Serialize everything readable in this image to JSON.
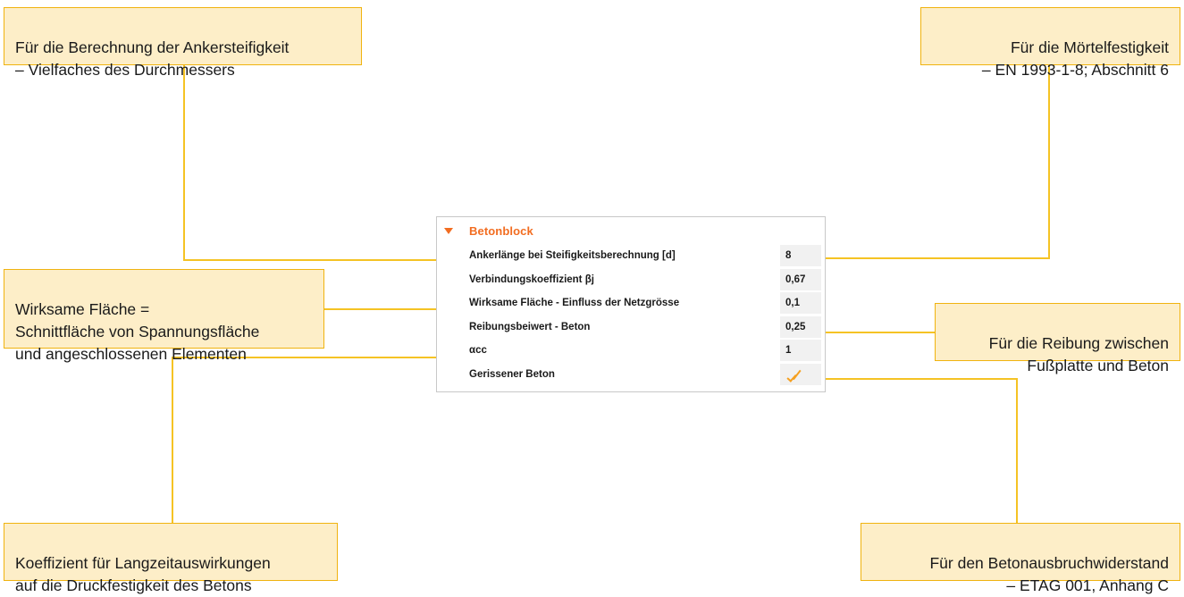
{
  "panel": {
    "title": "Betonblock",
    "expander_icon": "triangle-down-icon",
    "accent_color": "#f26d21",
    "rows": [
      {
        "label": "Ankerlänge bei Steifigkeitsberechnung [d]",
        "value": "8",
        "type": "text"
      },
      {
        "label": "Verbindungskoeffizient βj",
        "value": "0,67",
        "type": "text"
      },
      {
        "label": "Wirksame Fläche - Einfluss der Netzgrösse",
        "value": "0,1",
        "type": "text"
      },
      {
        "label": "Reibungsbeiwert - Beton",
        "value": "0,25",
        "type": "text"
      },
      {
        "label": "αcc",
        "value": "1",
        "type": "text"
      },
      {
        "label": "Gerissener Beton",
        "value": "✓",
        "type": "checkbox"
      }
    ]
  },
  "callouts": {
    "anchor_stiffness": "Für die Berechnung der Ankersteifigkeit\n– Vielfaches des Durchmessers",
    "mortar_strength": "Für die Mörtelfestigkeit\n– EN 1993-1-8; Abschnitt 6",
    "effective_area": "Wirksame Fläche =\nSchnittfläche von Spannungsfläche\nund angeschlossenen Elementen",
    "friction": "Für die Reibung zwischen\nFußplatte und Beton",
    "long_term_coefficient": "Koeffizient für Langzeitauswirkungen\nauf die Druckfestigkeit des Betons",
    "concrete_breakout": "Für den Betonausbruchwiderstand\n– ETAG 001, Anhang C"
  },
  "colors": {
    "callout_fill": "#fdeec8",
    "callout_border": "#f0b310",
    "connector": "#f5c324",
    "accent": "#f26d21",
    "value_cell": "#f1f1f1",
    "panel_border": "#c8c8c8"
  }
}
